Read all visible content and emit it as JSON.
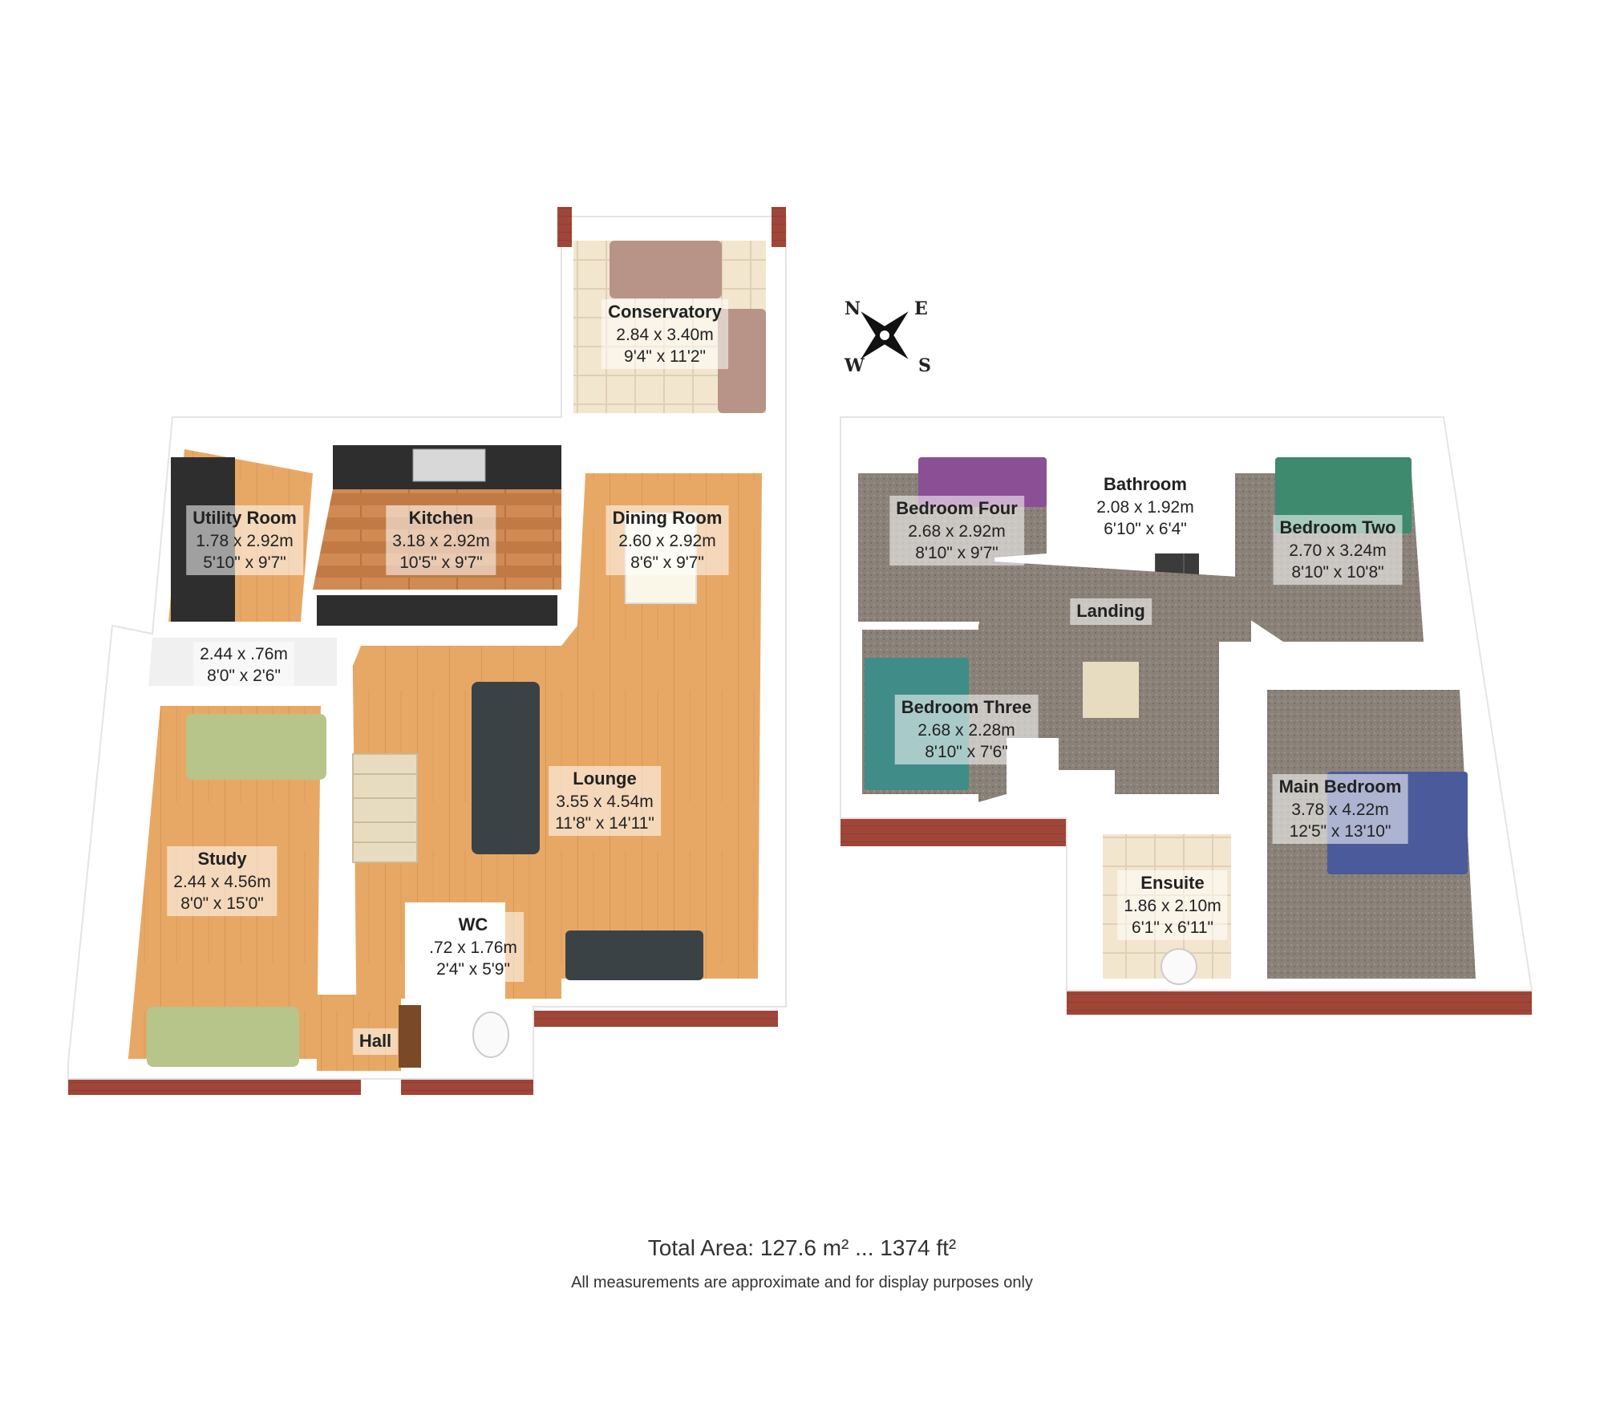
{
  "rooms": {
    "conservatory": {
      "name": "Conservatory",
      "metric": "2.84 x 3.40m",
      "imperial": "9'4\" x 11'2\""
    },
    "utility": {
      "name": "Utility Room",
      "metric": "1.78 x 2.92m",
      "imperial": "5'10\" x 9'7\""
    },
    "kitchen": {
      "name": "Kitchen",
      "metric": "3.18 x 2.92m",
      "imperial": "10'5\" x 9'7\""
    },
    "dining": {
      "name": "Dining Room",
      "metric": "2.60 x 2.92m",
      "imperial": "8'6\" x 9'7\""
    },
    "store": {
      "name": "",
      "metric": "2.44 x .76m",
      "imperial": "8'0\" x 2'6\""
    },
    "lounge": {
      "name": "Lounge",
      "metric": "3.55 x 4.54m",
      "imperial": "11'8\" x 14'11\""
    },
    "study": {
      "name": "Study",
      "metric": "2.44 x 4.56m",
      "imperial": "8'0\" x 15'0\""
    },
    "wc": {
      "name": "WC",
      "metric": ".72 x 1.76m",
      "imperial": "2'4\" x 5'9\""
    },
    "hall": {
      "name": "Hall"
    },
    "bed4": {
      "name": "Bedroom Four",
      "metric": "2.68 x 2.92m",
      "imperial": "8'10\" x 9'7\""
    },
    "bathroom": {
      "name": "Bathroom",
      "metric": "2.08 x 1.92m",
      "imperial": "6'10\" x 6'4\""
    },
    "bed2": {
      "name": "Bedroom Two",
      "metric": "2.70 x 3.24m",
      "imperial": "8'10\" x 10'8\""
    },
    "landing": {
      "name": "Landing"
    },
    "bed3": {
      "name": "Bedroom Three",
      "metric": "2.68 x 2.28m",
      "imperial": "8'10\" x 7'6\""
    },
    "mainbed": {
      "name": "Main Bedroom",
      "metric": "3.78 x 4.22m",
      "imperial": "12'5\" x 13'10\""
    },
    "ensuite": {
      "name": "Ensuite",
      "metric": "1.86 x 2.10m",
      "imperial": "6'1\" x 6'11\""
    }
  },
  "compass": {
    "n": "N",
    "e": "E",
    "s": "S",
    "w": "W"
  },
  "footer": {
    "total": "Total Area: 127.6 m² ... 1374 ft²",
    "disclaimer": "All measurements are approximate and for display purposes only"
  },
  "colors": {
    "wood_floor": "#e8a865",
    "carpet": "#8a8178",
    "wall": "#ffffff",
    "brick": "#a04638",
    "tile": "#f0e4cc",
    "worktop": "#2e2e2e",
    "sofa_green": "#b7c48a",
    "sofa_dark": "#3b4246",
    "bed_purple": "#8b4f95",
    "bed_green": "#3d8a6e",
    "bed_teal": "#3f8c88",
    "bed_blue": "#4a5a9a",
    "conservatory_sofa": "#b89488"
  }
}
